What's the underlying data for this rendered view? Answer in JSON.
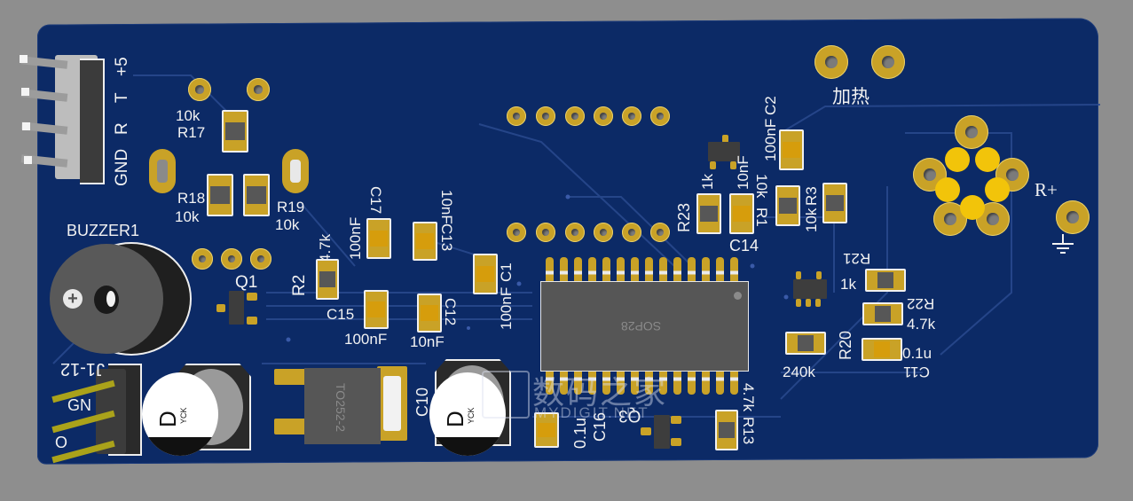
{
  "title": "PCB 3D view",
  "colors": {
    "background": "#8e8e8e",
    "board": "#0c2a66",
    "copper": "#c9a227",
    "silkscreen": "#f2f2f2",
    "component": "#565656"
  },
  "connector_top": {
    "designator_labels": [
      "+5",
      "T",
      "R",
      "GND"
    ]
  },
  "connector_bottom": {
    "labels": [
      "J1-12",
      "GN",
      "O"
    ]
  },
  "buzzer": {
    "designator": "BUZZER1",
    "polarity": "+"
  },
  "resistors": [
    {
      "designator": "R17",
      "value": "10k"
    },
    {
      "designator": "R18",
      "value": "10k"
    },
    {
      "designator": "R19",
      "value": "10k"
    },
    {
      "designator": "R2",
      "value": "4.7k"
    },
    {
      "designator": "R23",
      "value": "1k"
    },
    {
      "designator": "R1",
      "value": "10k"
    },
    {
      "designator": "R3",
      "value": "10k"
    },
    {
      "designator": "R21",
      "value": "1k"
    },
    {
      "designator": "R22",
      "value": "4.7k"
    },
    {
      "designator": "R20",
      "value": "240k"
    },
    {
      "designator": "R13",
      "value": "4.7k"
    }
  ],
  "capacitors": [
    {
      "designator": "C17",
      "value": "100nF"
    },
    {
      "designator": "C13",
      "value": "10nF"
    },
    {
      "designator": "C15",
      "value": "100nF"
    },
    {
      "designator": "C12",
      "value": "10nF"
    },
    {
      "designator": "C1",
      "value": "100nF"
    },
    {
      "designator": "C2",
      "value": "100nF"
    },
    {
      "designator": "C14",
      "value": "10nF"
    },
    {
      "designator": "C11",
      "value": "0.1u"
    },
    {
      "designator": "C16",
      "value": "0.1u"
    },
    {
      "designator": "C10",
      "value": ""
    }
  ],
  "transistors": [
    "Q1",
    "Q3"
  ],
  "ic": {
    "package": "SOP28"
  },
  "regulator": {
    "package": "TO252-2"
  },
  "electrolytic_marking": {
    "letter": "D",
    "brand": "YCK"
  },
  "heater_label": "加热",
  "sensor_label": "R+",
  "ground_symbol": "ground-icon",
  "watermark": {
    "cn": "数码之家",
    "en": "MYDIGIT.NET"
  }
}
